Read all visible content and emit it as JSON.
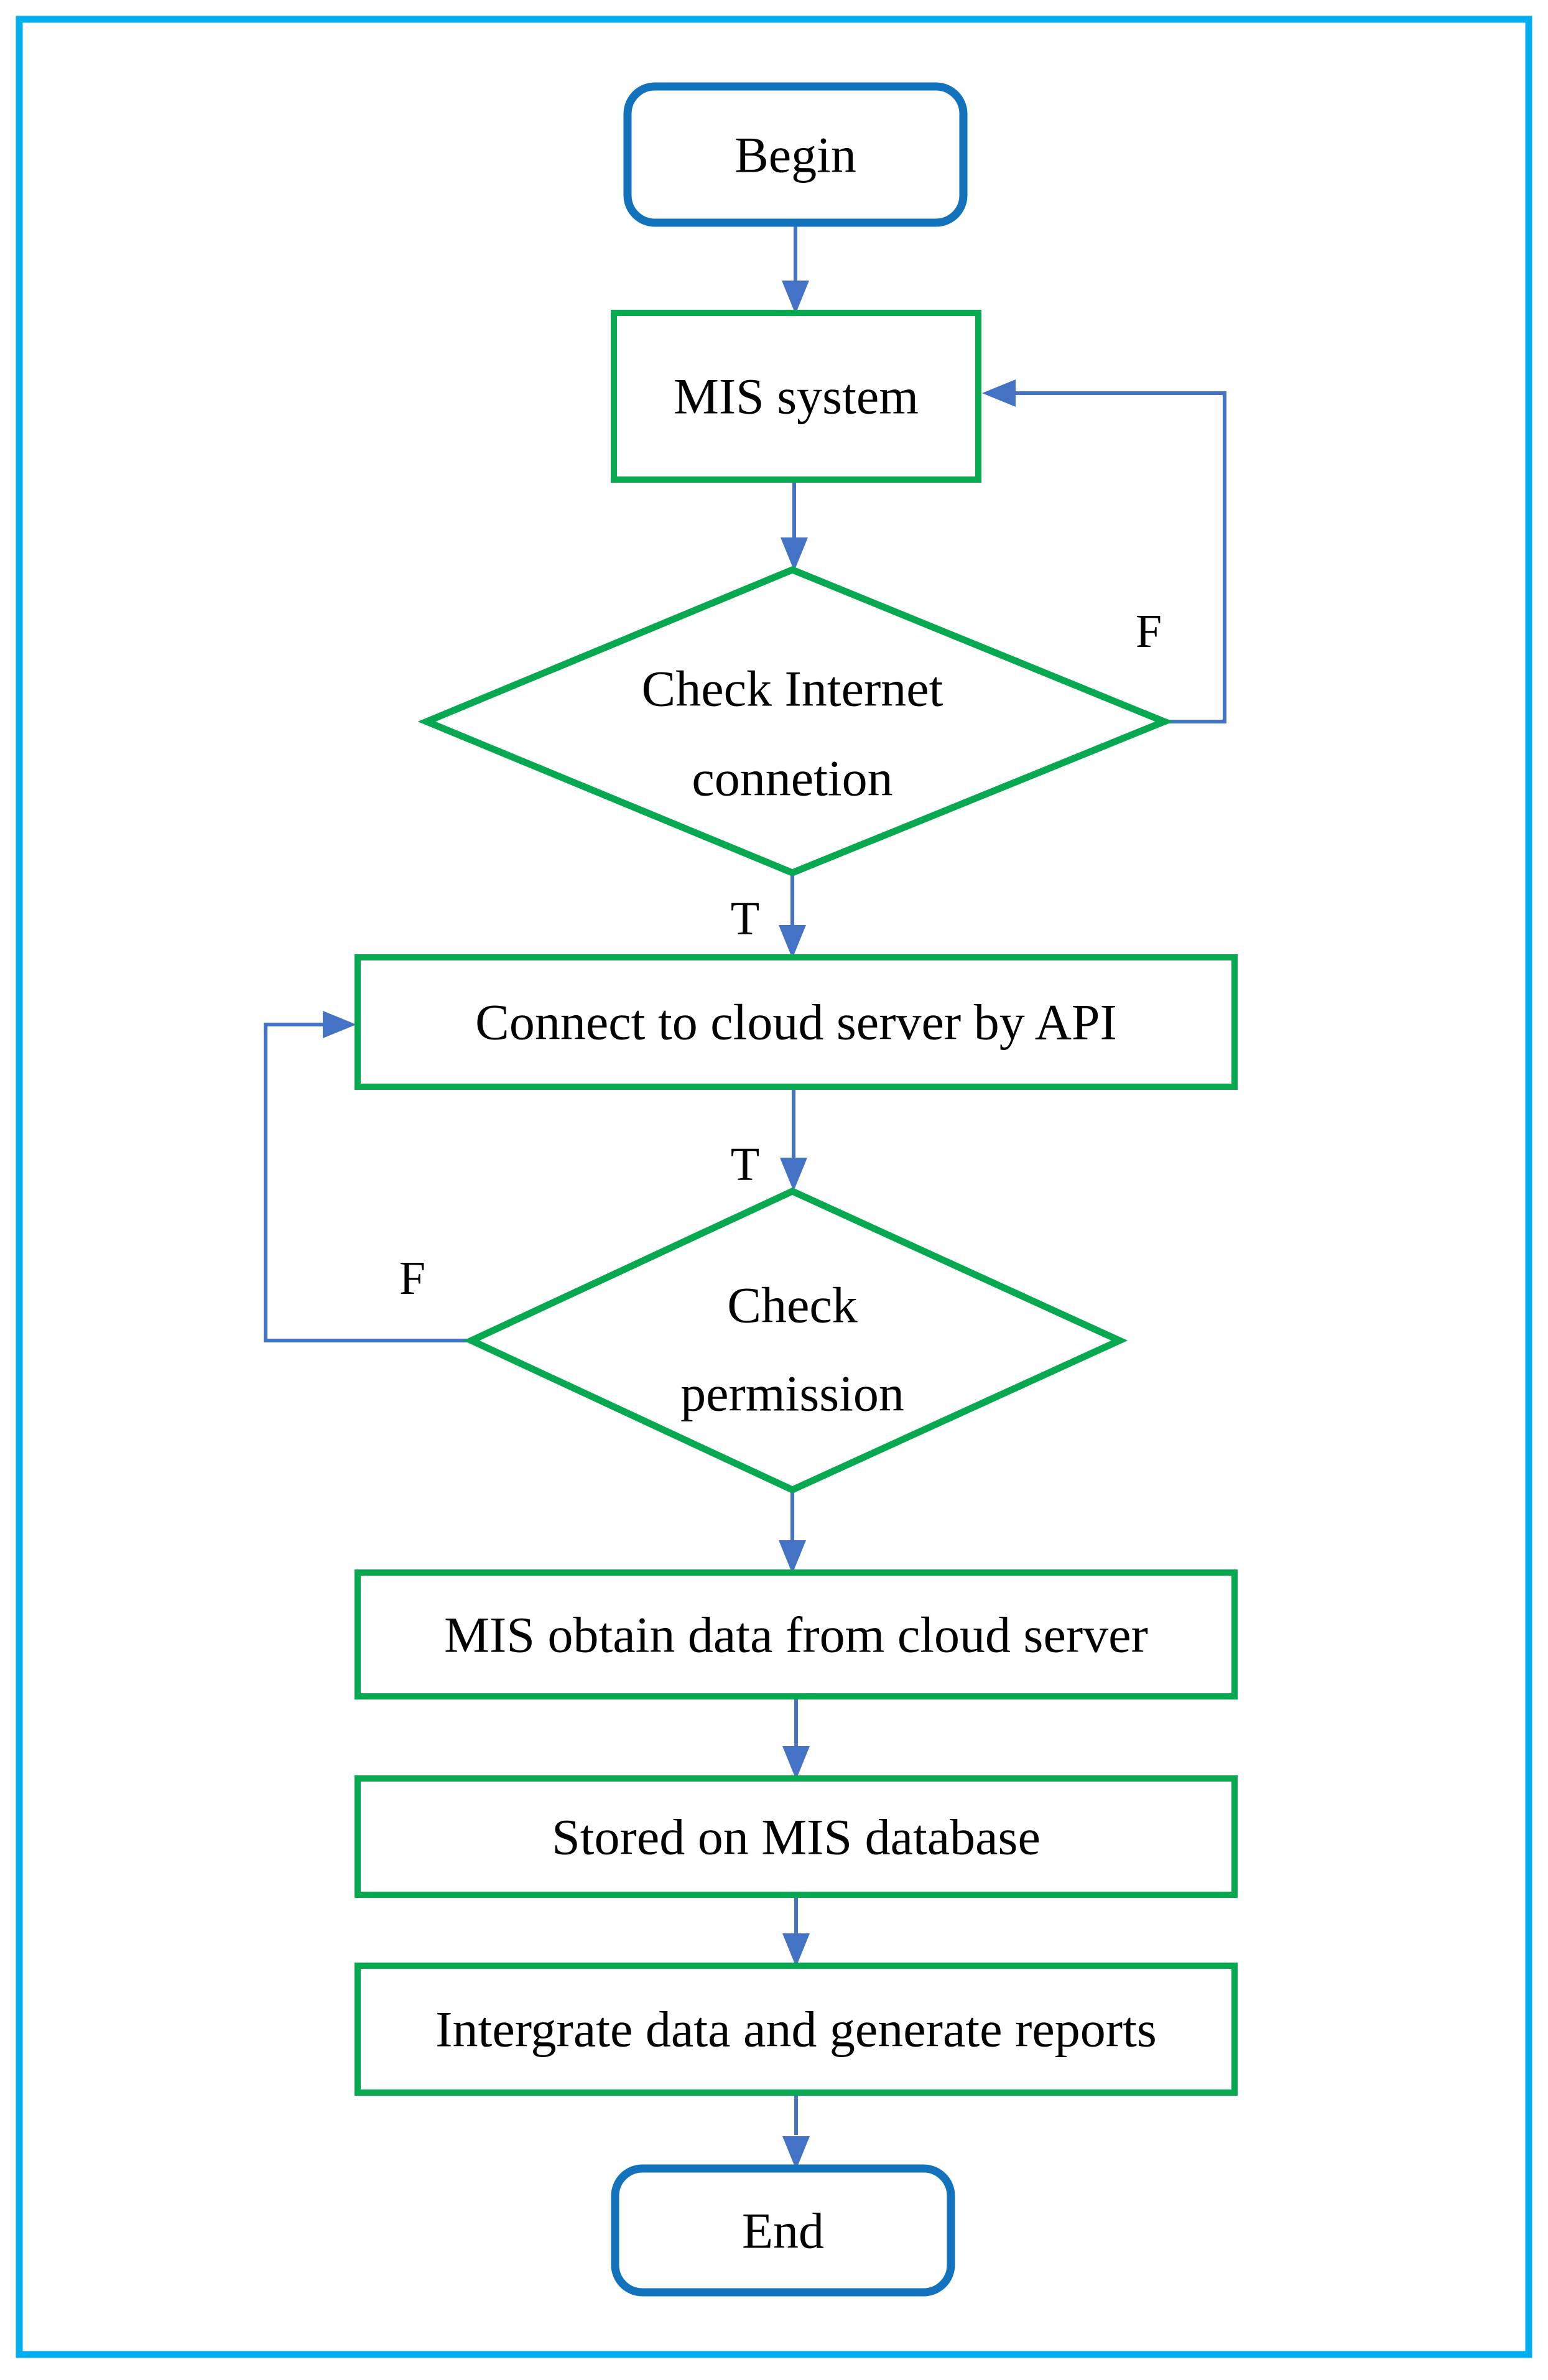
{
  "colors": {
    "frame": "#00AEEF",
    "process_border": "#06A850",
    "terminator_border": "#1272BC",
    "arrow": "#4472C4",
    "text": "#000000",
    "background": "#FFFFFF"
  },
  "nodes": {
    "begin": {
      "label": "Begin",
      "shape": "terminator"
    },
    "mis_system": {
      "label": "MIS system",
      "shape": "process"
    },
    "check_internet": {
      "line1": "Check Internet",
      "line2": "connetion",
      "shape": "decision"
    },
    "connect_api": {
      "label": "Connect to cloud server by API",
      "shape": "process"
    },
    "check_permission": {
      "line1": "Check",
      "line2": "permission",
      "shape": "decision"
    },
    "obtain_data": {
      "label": "MIS obtain data from cloud server",
      "shape": "process"
    },
    "stored_db": {
      "label": "Stored on MIS database",
      "shape": "process"
    },
    "integrate_reports": {
      "label": "Intergrate data and generate reports",
      "shape": "process"
    },
    "end": {
      "label": "End",
      "shape": "terminator"
    }
  },
  "edge_labels": {
    "internet_false": "F",
    "internet_true": "T",
    "permission_true": "T",
    "permission_false": "F"
  }
}
